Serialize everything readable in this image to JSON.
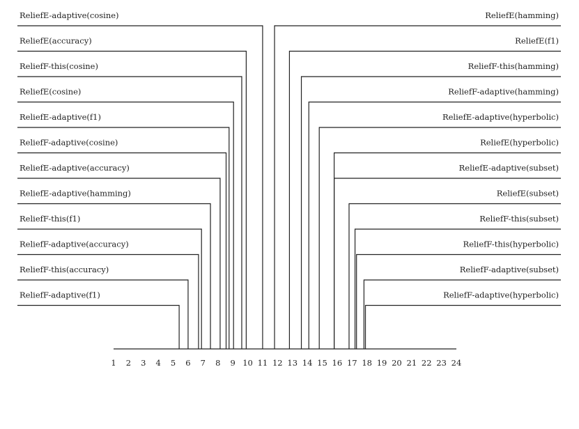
{
  "chart_data": {
    "type": "critical-difference",
    "axis": {
      "min": 1,
      "max": 24,
      "ticks": [
        1,
        2,
        3,
        4,
        5,
        6,
        7,
        8,
        9,
        10,
        11,
        12,
        13,
        14,
        15,
        16,
        17,
        18,
        19,
        20,
        21,
        22,
        23,
        24
      ]
    },
    "left_methods": [
      {
        "name": "ReliefE-adaptive(cosine)",
        "rank": 11.0
      },
      {
        "name": "ReliefE(accuracy)",
        "rank": 9.9
      },
      {
        "name": "ReliefF-this(cosine)",
        "rank": 9.6
      },
      {
        "name": "ReliefE(cosine)",
        "rank": 9.05
      },
      {
        "name": "ReliefE-adaptive(f1)",
        "rank": 8.75
      },
      {
        "name": "ReliefF-adaptive(cosine)",
        "rank": 8.55
      },
      {
        "name": "ReliefE-adaptive(accuracy)",
        "rank": 8.15
      },
      {
        "name": "ReliefE-adaptive(hamming)",
        "rank": 7.5
      },
      {
        "name": "ReliefF-this(f1)",
        "rank": 6.9
      },
      {
        "name": "ReliefF-adaptive(accuracy)",
        "rank": 6.7
      },
      {
        "name": "ReliefF-this(accuracy)",
        "rank": 6.0
      },
      {
        "name": "ReliefF-adaptive(f1)",
        "rank": 5.4
      }
    ],
    "right_methods": [
      {
        "name": "ReliefE(hamming)",
        "rank": 11.8
      },
      {
        "name": "ReliefE(f1)",
        "rank": 12.8
      },
      {
        "name": "ReliefF-this(hamming)",
        "rank": 13.6
      },
      {
        "name": "ReliefF-adaptive(hamming)",
        "rank": 14.1
      },
      {
        "name": "ReliefE-adaptive(hyperbolic)",
        "rank": 14.8
      },
      {
        "name": "ReliefE(hyperbolic)",
        "rank": 15.8
      },
      {
        "name": "ReliefE-adaptive(subset)",
        "rank": 15.8
      },
      {
        "name": "ReliefE(subset)",
        "rank": 16.8
      },
      {
        "name": "ReliefF-this(subset)",
        "rank": 17.2
      },
      {
        "name": "ReliefF-this(hyperbolic)",
        "rank": 17.3
      },
      {
        "name": "ReliefF-adaptive(subset)",
        "rank": 17.8
      },
      {
        "name": "ReliefF-adaptive(hyperbolic)",
        "rank": 17.9
      }
    ]
  }
}
